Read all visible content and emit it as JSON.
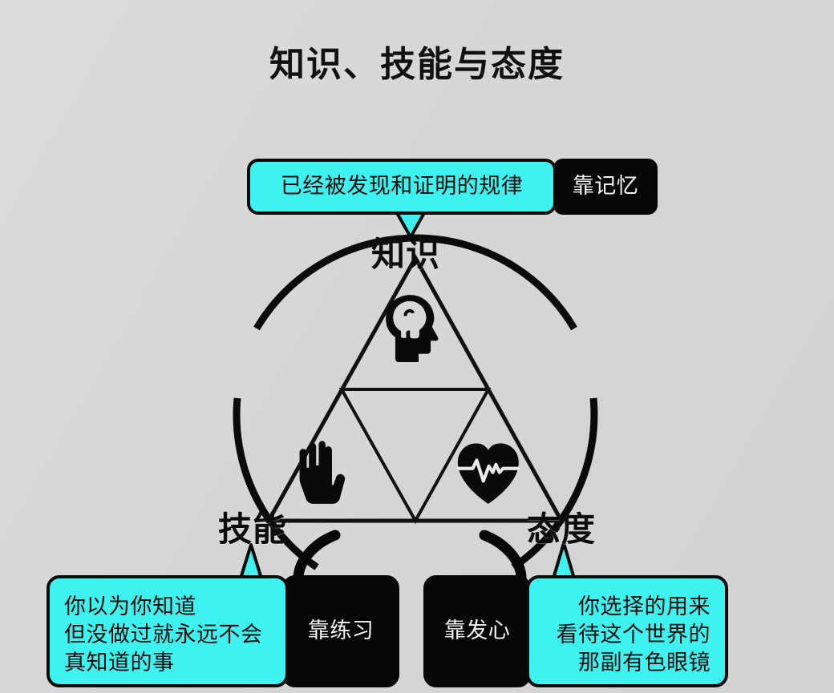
{
  "page": {
    "title": "知识、技能与态度",
    "background_color": "#d7d7d7",
    "accent_color": "#3df2ef",
    "ink_color": "#0a0a0a"
  },
  "diagram": {
    "type": "triangle-venn",
    "vertices": [
      {
        "id": "knowledge",
        "label": "知识",
        "icon": "head-brain-icon",
        "position": "top"
      },
      {
        "id": "skill",
        "label": "技能",
        "icon": "open-hand-icon",
        "position": "bottom-left"
      },
      {
        "id": "attitude",
        "label": "态度",
        "icon": "heart-pulse-icon",
        "position": "bottom-right"
      }
    ]
  },
  "callouts": {
    "knowledge": {
      "description": "已经被发现和证明的规律",
      "method": "靠记忆"
    },
    "skill": {
      "description_lines": [
        "你以为你知道",
        "但没做过就永远不会",
        "真知道的事"
      ],
      "method": "靠练习"
    },
    "attitude": {
      "description_lines": [
        "你选择的用来",
        "看待这个世界的",
        "那副有色眼镜"
      ],
      "method": "靠发心"
    }
  }
}
